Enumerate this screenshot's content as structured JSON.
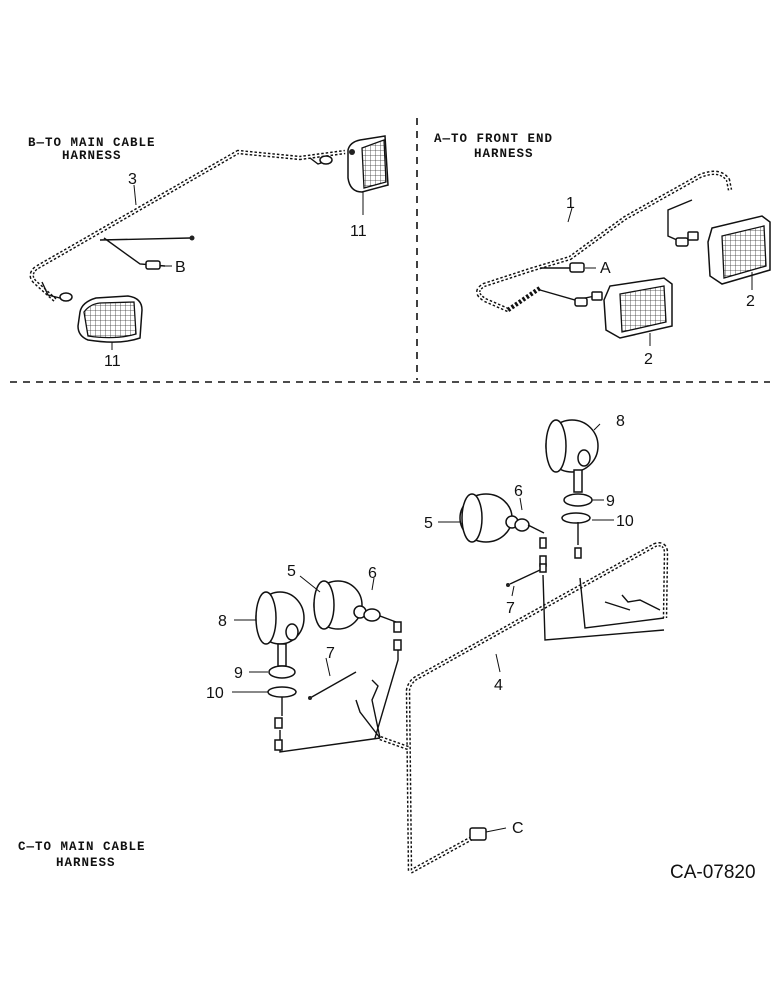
{
  "notes": {
    "b_line1": "B—TO MAIN CABLE",
    "b_line2": "HARNESS",
    "a_line1": "A—TO FRONT END",
    "a_line2": "HARNESS",
    "c_line1": "C—TO MAIN CABLE",
    "c_line2": "HARNESS"
  },
  "connector_labels": {
    "a": "A",
    "b": "B",
    "c": "C"
  },
  "callouts": {
    "n1": "1",
    "n2": "2",
    "n3": "3",
    "n4": "4",
    "n5": "5",
    "n6": "6",
    "n7": "7",
    "n8": "8",
    "n9": "9",
    "n10": "10",
    "n11": "11"
  },
  "figure_code": "CA-07820"
}
